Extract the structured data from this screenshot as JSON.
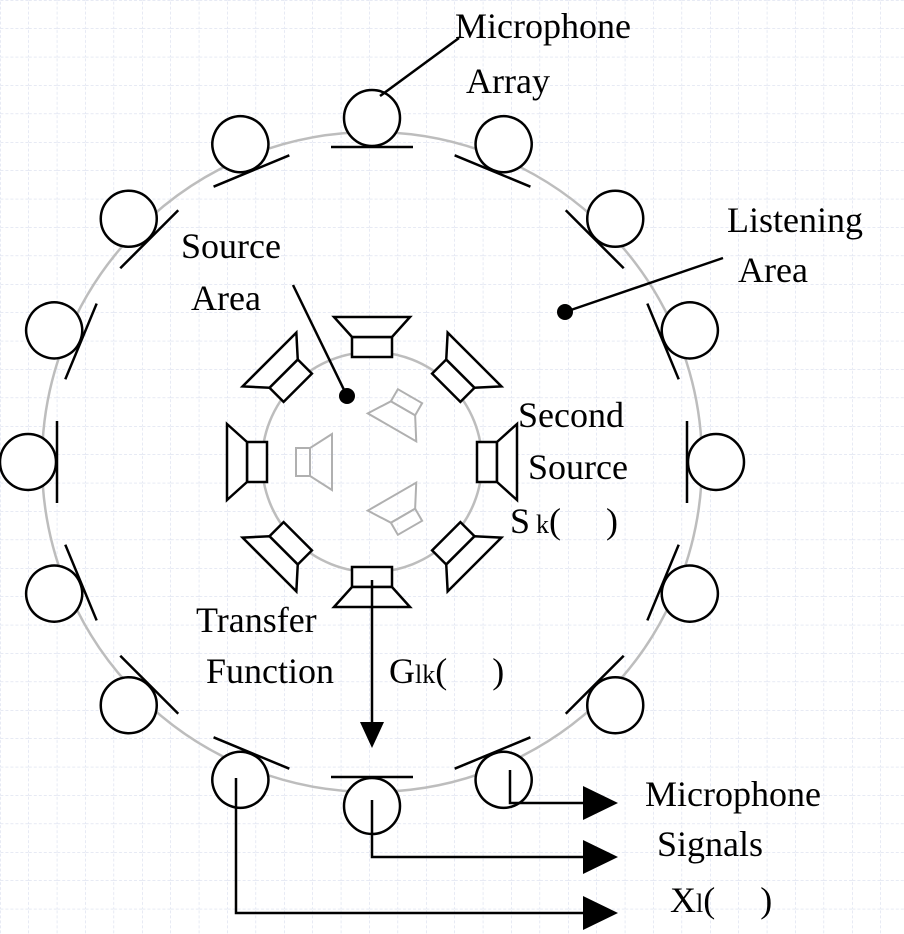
{
  "labels": {
    "microphone_array": [
      "Microphone",
      "Array"
    ],
    "listening_area": [
      "Listening",
      "Area"
    ],
    "source_area": [
      "Source",
      "Area"
    ],
    "second_source": [
      "Second",
      "Source"
    ],
    "second_source_symbol": {
      "base": "S",
      "sub": "k",
      "paren": "(     )"
    },
    "transfer_function": [
      "Transfer",
      "Function"
    ],
    "transfer_symbol": {
      "base": "G",
      "sub": "lk",
      "paren": "(     )"
    },
    "microphone_signals": [
      "Microphone",
      "Signals"
    ],
    "signal_symbol": {
      "base": "X",
      "sub": "l",
      "paren": "(     )"
    }
  },
  "colors": {
    "grid": "#cfd6ea",
    "outline": "#000000",
    "circle": "#bdbdbd",
    "ghost_speaker": "#b0b0b0"
  }
}
